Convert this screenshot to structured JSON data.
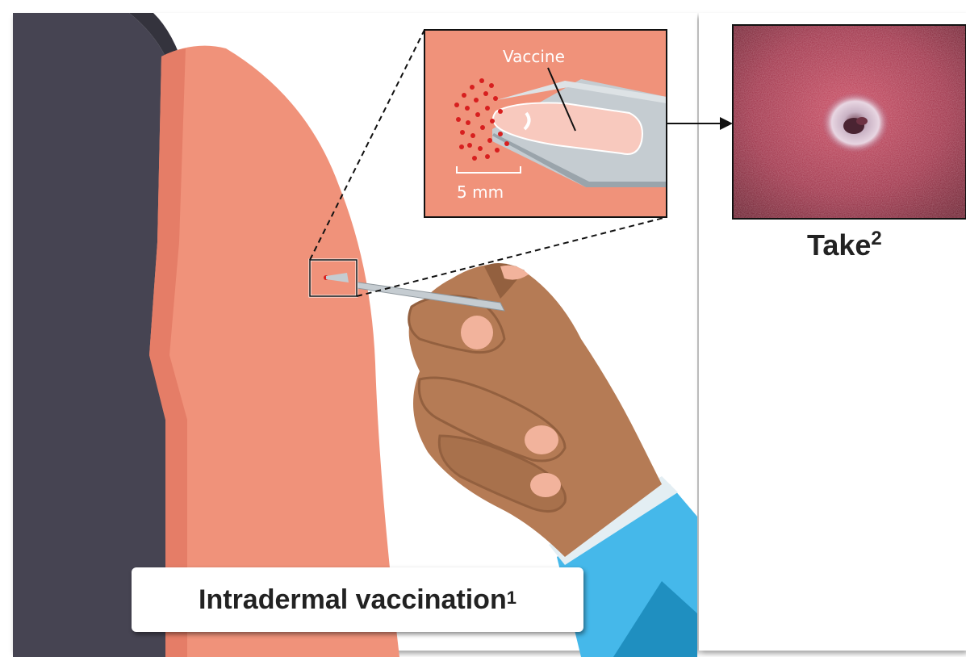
{
  "main_label": {
    "text": "Intradermal vaccination",
    "footnote": "1"
  },
  "result_label": {
    "text": "Take",
    "footnote": "2"
  },
  "inset": {
    "vaccine_label": "Vaccine",
    "scale_label": "5 mm"
  },
  "colors": {
    "skin": "#f0927a",
    "skin_dark": "#e57d67",
    "sleeve": "#464452",
    "sleeve_dark": "#34333d",
    "hand": "#b57b55",
    "hand_dark": "#93603f",
    "nail": "#f2b39c",
    "coat": "#45b8ea",
    "coat_dark": "#1f8fc0",
    "needle": "#c5ccd1",
    "dot": "#d71f1f"
  },
  "icons": [
    "bifurcated-needle-icon",
    "arrow-right-icon"
  ]
}
